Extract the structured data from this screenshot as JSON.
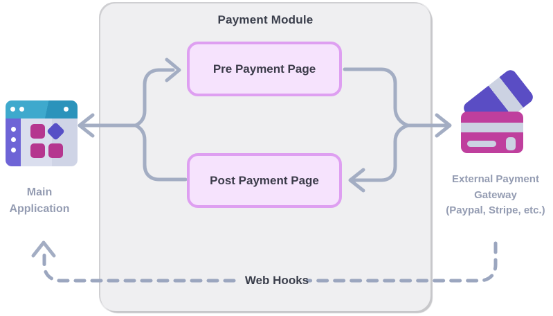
{
  "diagram": {
    "module": {
      "title": "Payment Module"
    },
    "nodes": {
      "pre_payment_page": {
        "label": "Pre Payment Page"
      },
      "post_payment_page": {
        "label": "Post Payment Page"
      },
      "main_application": {
        "label": "Main Application",
        "icon": "app-window-icon"
      },
      "external_gateway": {
        "label": "External Payment Gateway",
        "sub_label": "(Paypal, Stripe, etc.)",
        "icon": "credit-cards-icon"
      }
    },
    "web_hooks_label": "Web Hooks",
    "connections": [
      {
        "from": "main_application",
        "to": "pre_payment_page",
        "style": "solid-arrow"
      },
      {
        "from": "post_payment_page",
        "to": "main_application",
        "style": "solid-arrow"
      },
      {
        "from": "pre_payment_page",
        "to": "external_gateway",
        "style": "solid-arrow"
      },
      {
        "from": "external_gateway",
        "to": "post_payment_page",
        "style": "solid-arrow"
      },
      {
        "from": "external_gateway",
        "to": "main_application",
        "style": "dashed-arrow",
        "label": "Web Hooks"
      }
    ],
    "colors": {
      "page_bg": "#ffffff",
      "module_bg": "#efeff1",
      "module_shadow": "#c7c7ca",
      "node_fill": "#f6e3fd",
      "node_border": "#de9ff1",
      "arrow": "#a3adc3",
      "dashed_line": "#9ba6bf",
      "dark_text": "#3a3e4b",
      "label_text": "#949cb2",
      "app_topbar_teal": "#3ea9cd",
      "app_topbar_teal_dark": "#2b93bb",
      "app_sidebar_purple": "#6e64d6",
      "app_tile_magenta": "#b5368f",
      "app_tile_indigo": "#564fc6",
      "card_back_purple": "#5a4dc4",
      "card_front_magenta": "#bf3f9d",
      "card_stripe_gray": "#ccd2e2"
    }
  }
}
